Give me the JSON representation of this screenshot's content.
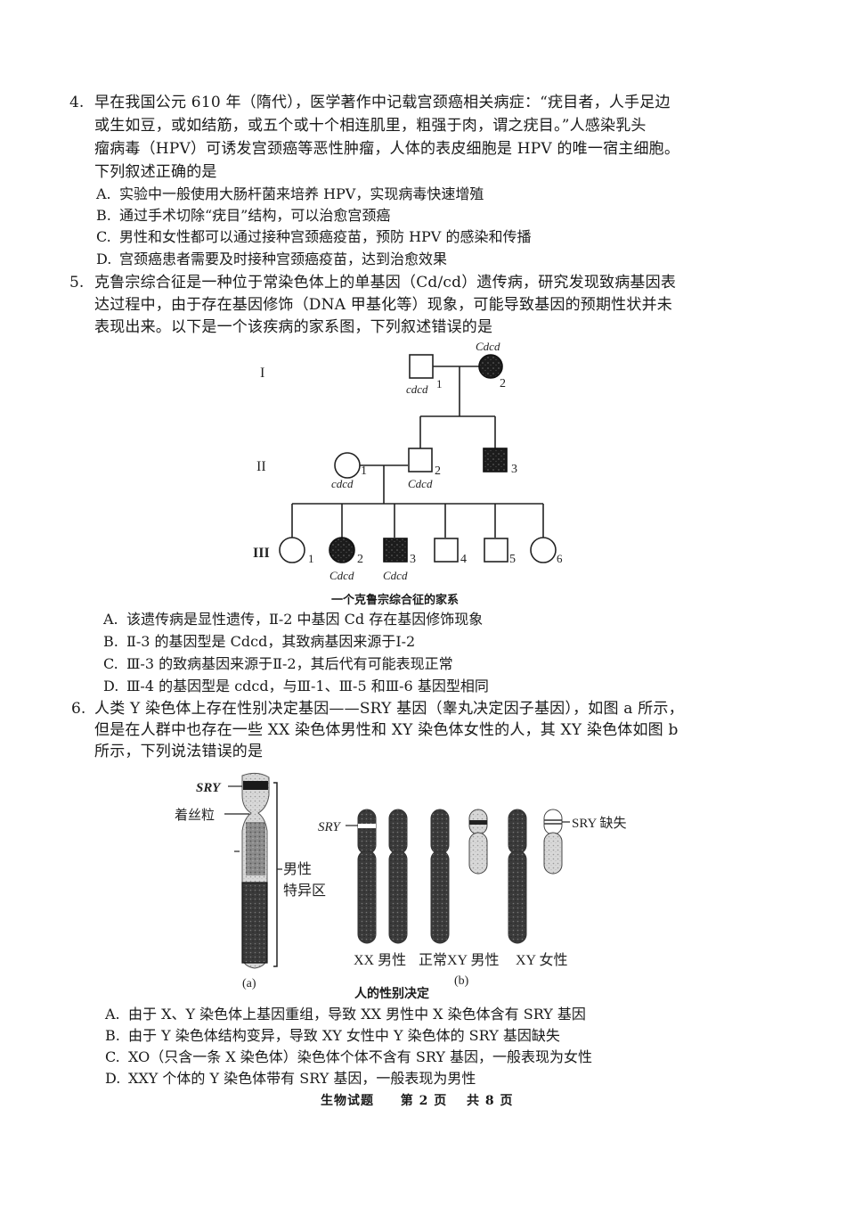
{
  "q4": {
    "number": "4.",
    "stem_lines": [
      "早在我国公元 610 年（隋代），医学著作中记载宫颈癌相关病症：“疣目者，人手足边",
      "或生如豆，或如结筋，或五个或十个相连肌里，粗强于肉，谓之疣目。”人感染乳头",
      "瘤病毒（HPV）可诱发宫颈癌等恶性肿瘤，人体的表皮细胞是 HPV 的唯一宿主细胞。",
      "下列叙述正确的是"
    ],
    "options": [
      {
        "label": "A.",
        "text": "实验中一般使用大肠杆菌来培养 HPV，实现病毒快速增殖"
      },
      {
        "label": "B.",
        "text": "通过手术切除“疣目”结构，可以治愈宫颈癌"
      },
      {
        "label": "C.",
        "text": "男性和女性都可以通过接种宫颈癌疫苗，预防 HPV 的感染和传播"
      },
      {
        "label": "D.",
        "text": "宫颈癌患者需要及时接种宫颈癌疫苗，达到治愈效果"
      }
    ]
  },
  "q5": {
    "number": "5.",
    "stem_lines": [
      "克鲁宗综合征是一种位于常染色体上的单基因（Cd/cd）遗传病，研究发现致病基因表",
      "达过程中，由于存在基因修饰（DNA 甲基化等）现象，可能导致基因的预期性状并未",
      "表现出来。以下是一个该疾病的家系图，下列叙述错误的是"
    ],
    "pedigree": {
      "caption": "一个克鲁宗综合征的家系",
      "generations": [
        "I",
        "II",
        "III"
      ],
      "individuals": {
        "I1": {
          "sex": "male",
          "affected": false,
          "num": "1",
          "genotype": "cdcd"
        },
        "I2": {
          "sex": "female",
          "affected": true,
          "num": "2",
          "genotype": "Cdcd"
        },
        "II1": {
          "sex": "female",
          "affected": false,
          "num": "1",
          "genotype": "cdcd"
        },
        "II2": {
          "sex": "male",
          "affected": false,
          "num": "2",
          "genotype": "Cdcd"
        },
        "II3": {
          "sex": "male",
          "affected": true,
          "num": "3",
          "genotype": ""
        },
        "III1": {
          "sex": "female",
          "affected": false,
          "num": "1",
          "genotype": ""
        },
        "III2": {
          "sex": "female",
          "affected": true,
          "num": "2",
          "genotype": "Cdcd"
        },
        "III3": {
          "sex": "male",
          "affected": true,
          "num": "3",
          "genotype": "Cdcd"
        },
        "III4": {
          "sex": "male",
          "affected": false,
          "num": "4",
          "genotype": ""
        },
        "III5": {
          "sex": "male",
          "affected": false,
          "num": "5",
          "genotype": ""
        },
        "III6": {
          "sex": "female",
          "affected": false,
          "num": "6",
          "genotype": ""
        }
      }
    },
    "options": [
      {
        "label": "A.",
        "text": "该遗传病是显性遗传，Ⅱ-2 中基因 Cd 存在基因修饰现象"
      },
      {
        "label": "B.",
        "text": "Ⅱ-3 的基因型是 Cdcd，其致病基因来源于Ⅰ-2"
      },
      {
        "label": "C.",
        "text": "Ⅲ-3 的致病基因来源于Ⅱ-2，其后代有可能表现正常"
      },
      {
        "label": "D.",
        "text": "Ⅲ-4 的基因型是 cdcd，与Ⅲ-1、Ⅲ-5 和Ⅲ-6 基因型相同"
      }
    ]
  },
  "q6": {
    "number": "6.",
    "stem_lines": [
      "人类 Y 染色体上存在性别决定基因——SRY 基因（睾丸决定因子基因），如图 a 所示，",
      "但是在人群中也存在一些 XX 染色体男性和 XY 染色体女性的人，其 XY 染色体如图 b",
      "所示，下列说法错误的是"
    ],
    "figure": {
      "a": {
        "sry_label": "SRY",
        "centromere_label": "着丝粒",
        "region_label_1": "男性",
        "region_label_2": "特异区",
        "panel_label": "(a)"
      },
      "b": {
        "sry_label": "SRY",
        "sry_missing_label": "SRY 缺失",
        "group_labels": [
          "XX 男性",
          "正常XY 男性",
          "XY 女性"
        ],
        "panel_label": "(b)"
      },
      "caption": "人的性别决定"
    },
    "options": [
      {
        "label": "A.",
        "text": "由于 X、Y 染色体上基因重组，导致 XX 男性中 X 染色体含有 SRY 基因"
      },
      {
        "label": "B.",
        "text": "由于 Y 染色体结构变异，导致 XY 女性中 Y 染色体的 SRY 基因缺失"
      },
      {
        "label": "C.",
        "text": "XO（只含一条 X 染色体）染色体个体不含有 SRY 基因，一般表现为女性"
      },
      {
        "label": "D.",
        "text": "XXY 个体的 Y 染色体带有 SRY 基因，一般表现为男性"
      }
    ]
  },
  "footer": {
    "subject": "生物试题",
    "page": "第 2 页",
    "total": "共 8 页"
  }
}
